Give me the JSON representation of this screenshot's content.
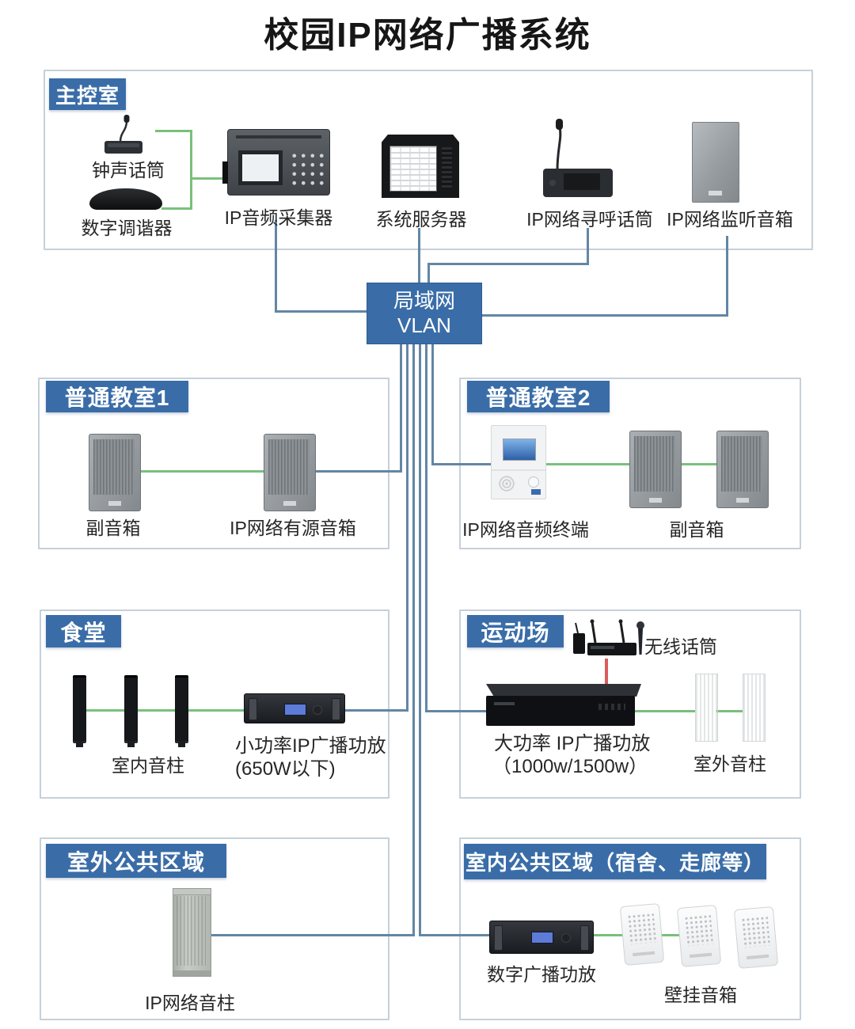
{
  "title": "校园IP网络广播系统",
  "colors": {
    "accent_blue": "#3a6da8",
    "line_blue": "#6386a4",
    "line_green": "#79c07c",
    "line_red": "#d95c5c",
    "box_border": "#c7d0d9"
  },
  "vlan": {
    "line1": "局域网",
    "line2": "VLAN"
  },
  "sections": {
    "control_room": {
      "header": "主控室",
      "devices": {
        "bell_mic": "钟声话筒",
        "tuner": "数字调谐器",
        "collector": "IP音频采集器",
        "server": "系统服务器",
        "paging_mic": "IP网络寻呼话筒",
        "monitor_speaker": "IP网络监听音箱"
      }
    },
    "classroom1": {
      "header": "普通教室1",
      "devices": {
        "aux_speaker": "副音箱",
        "active_speaker": "IP网络有源音箱"
      }
    },
    "classroom2": {
      "header": "普通教室2",
      "devices": {
        "terminal": "IP网络音频终端",
        "aux_speaker": "副音箱"
      }
    },
    "canteen": {
      "header": "食堂",
      "devices": {
        "indoor_column": "室内音柱",
        "amp_line1": "小功率IP广播功放",
        "amp_line2": "(650W以下)"
      }
    },
    "sports_field": {
      "header": "运动场",
      "devices": {
        "wireless_mic": "无线话筒",
        "amp_line1": "大功率 IP广播功放",
        "amp_line2": "（1000w/1500w）",
        "outdoor_column": "室外音柱"
      }
    },
    "outdoor_public": {
      "header": "室外公共区域",
      "devices": {
        "ip_column": "IP网络音柱"
      }
    },
    "indoor_public": {
      "header": "室内公共区域（宿舍、走廊等）",
      "devices": {
        "digital_amp": "数字广播功放",
        "wall_speaker": "壁挂音箱"
      }
    }
  }
}
